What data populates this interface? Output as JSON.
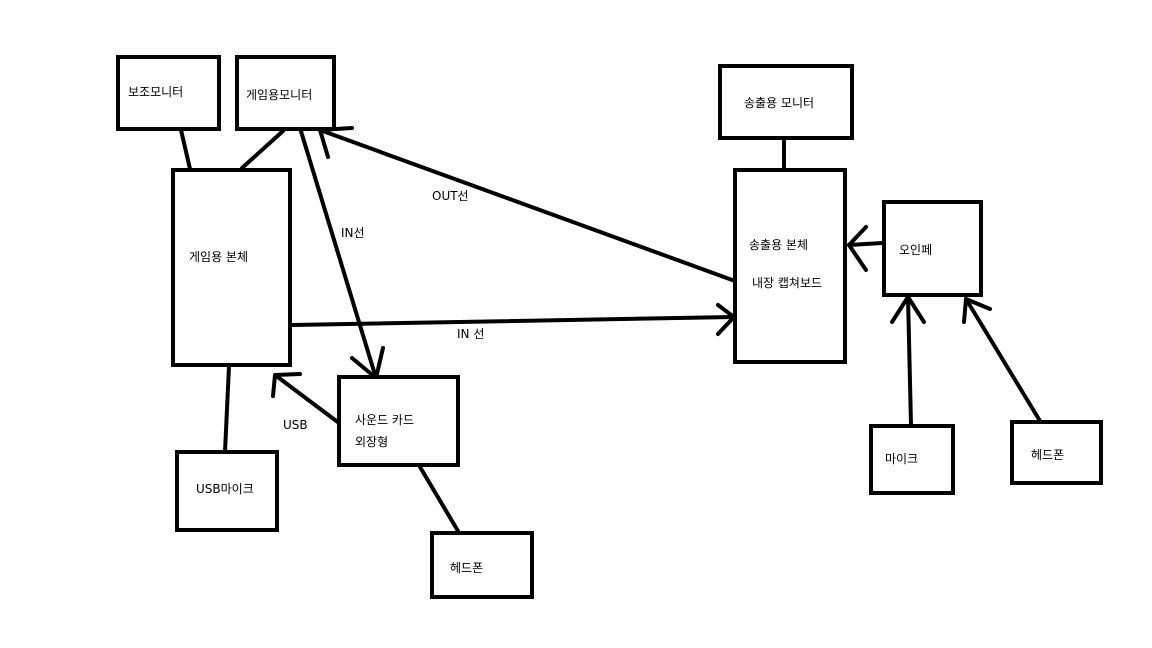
{
  "nodes": {
    "sub_monitor": "보조모니터",
    "game_monitor": "게임용모니터",
    "game_pc": "게임용 본체",
    "usb_mic": "USB마이크",
    "sound_card_line1": "사운드 카드",
    "sound_card_line2": "외장형",
    "headphone_left": "헤드폰",
    "stream_monitor": "송출용 모니터",
    "stream_pc_line1": "송출용 본체",
    "stream_pc_line2": "내장 캡쳐보드",
    "audio_interface": "오인페",
    "mic": "마이크",
    "headphone_right": "헤드폰"
  },
  "edges": {
    "in_line_vertical": "IN선",
    "out_line": "OUT선",
    "in_line_horizontal": "IN 선",
    "usb": "USB"
  }
}
